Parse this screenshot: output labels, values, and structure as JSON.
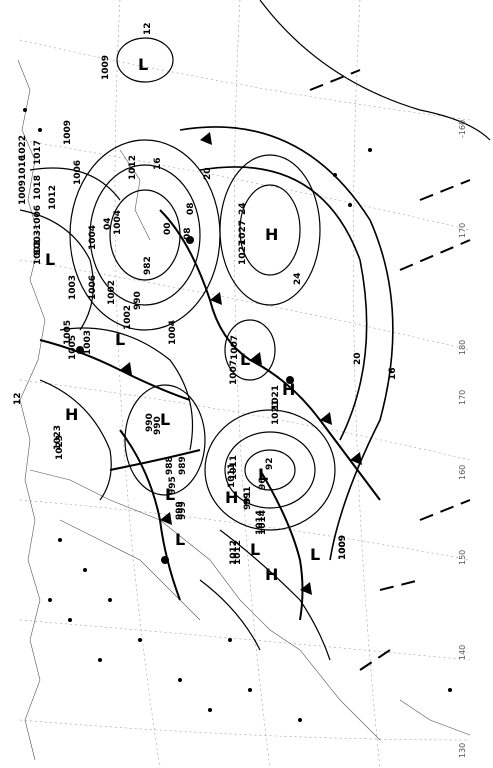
{
  "map": {
    "pressure_centers": [
      {
        "type": "L",
        "value": ""
      },
      {
        "type": "L",
        "value": "990"
      },
      {
        "type": "L",
        "value": "1002"
      },
      {
        "type": "L",
        "value": "1003"
      },
      {
        "type": "L",
        "value": "1007"
      },
      {
        "type": "L",
        "value": "995"
      },
      {
        "type": "L",
        "value": "999"
      },
      {
        "type": "L",
        "value": "991"
      },
      {
        "type": "L",
        "value": "1012"
      },
      {
        "type": "L",
        "value": "1014"
      },
      {
        "type": "H",
        "value": "1027"
      },
      {
        "type": "H",
        "value": "1021"
      },
      {
        "type": "H",
        "value": "1023"
      },
      {
        "type": "H",
        "value": "1011"
      },
      {
        "type": "H",
        "value": "1009"
      }
    ],
    "isobar_labels": [
      "1009",
      "12",
      "1022",
      "1017",
      "1018",
      "1012",
      "1009",
      "1006",
      "1009",
      "1016",
      "1012",
      "1006",
      "1003",
      "1003",
      "1005",
      "1004",
      "1006",
      "982",
      "1004",
      "1002",
      "1003",
      "1005",
      "1004",
      "990",
      "1027",
      "1007",
      "1021",
      "1023",
      "990",
      "988",
      "989",
      "999",
      "1011",
      "991",
      "1014",
      "1012",
      "1009",
      "16",
      "20",
      "24",
      "08",
      "04",
      "00",
      "96",
      "92",
      "20",
      "24",
      "16",
      "12",
      "08"
    ],
    "longitude_labels": [
      "-160",
      "170",
      "180",
      "170",
      "160",
      "150",
      "140",
      "130"
    ]
  }
}
